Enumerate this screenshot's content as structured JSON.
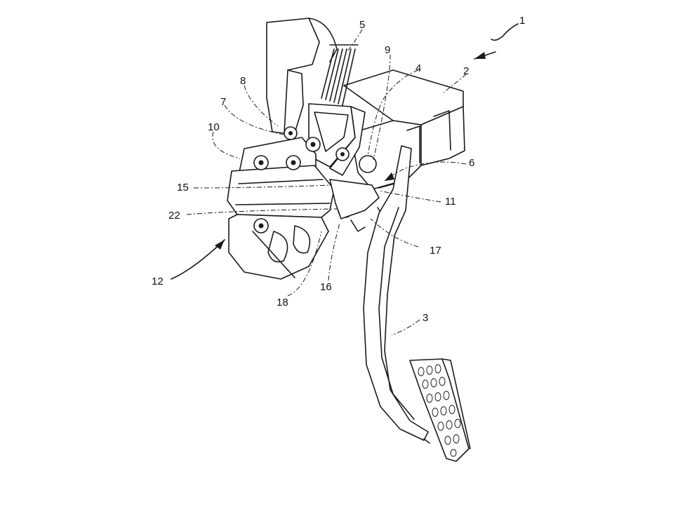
{
  "labels": {
    "l1": "1",
    "l2": "2",
    "l3": "3",
    "l4": "4",
    "l5": "5",
    "l6": "6",
    "l7": "7",
    "l8": "8",
    "l9": "9",
    "l10": "10",
    "l11": "11",
    "l12": "12",
    "l15": "15",
    "l16": "16",
    "l17": "17",
    "l18": "18",
    "l22": "22"
  }
}
